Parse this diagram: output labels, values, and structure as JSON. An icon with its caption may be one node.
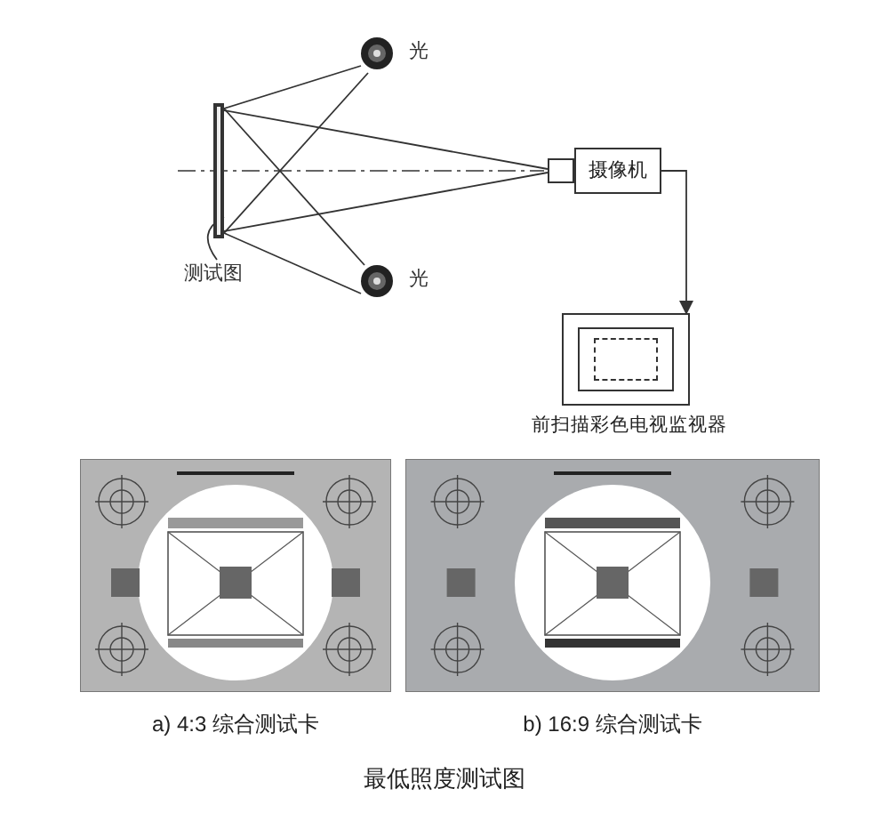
{
  "diagram": {
    "caption": "最低照度测试图",
    "nodes": [
      {
        "text": [
          "光"
        ]
      },
      {
        "text": [],
        "shape": "box"
      },
      {
        "text": [
          "光"
        ]
      },
      {
        "text": [
          "测试图"
        ]
      },
      {
        "text": [
          "摄像机"
        ]
      },
      {
        "text": [
          "前扫描彩色电视监视器"
        ]
      }
    ],
    "edges": [
      {
        "from": 0,
        "to": 1,
        "arrow": "none"
      },
      {
        "from": 0,
        "to": 1,
        "arrow": "none"
      },
      {
        "from": 2,
        "to": 1,
        "arrow": "none"
      },
      {
        "from": 2,
        "to": 1,
        "arrow": "none"
      },
      {
        "from": 1,
        "to": 4,
        "arrow": "none"
      },
      {
        "from": 1,
        "to": 4,
        "arrow": "none"
      },
      {
        "from": 4,
        "to": 5,
        "arrow": "to"
      },
      {
        "from": 3,
        "to": 1,
        "arrow": "none"
      }
    ],
    "labels": [
      "a) 4:3 综合测试卡",
      "b) 16:9 综合测试卡"
    ]
  }
}
